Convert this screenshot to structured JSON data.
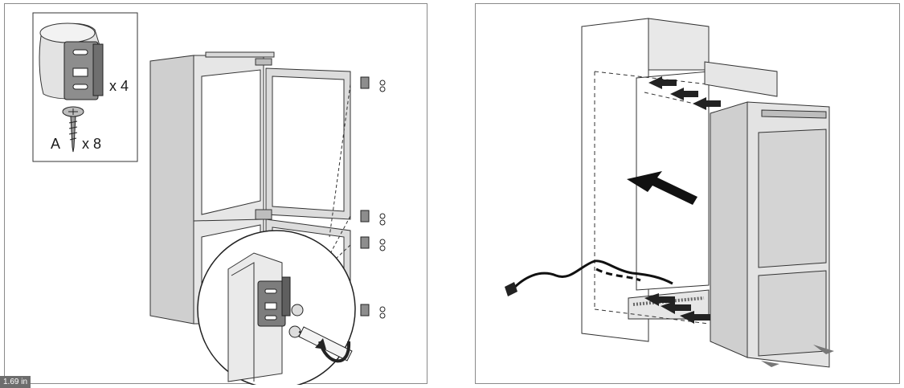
{
  "parts_box": {
    "hinge_qty": "x 4",
    "screw_letter": "A",
    "screw_qty": "x 8"
  },
  "status": {
    "ruler_readout": "1.69 in"
  }
}
